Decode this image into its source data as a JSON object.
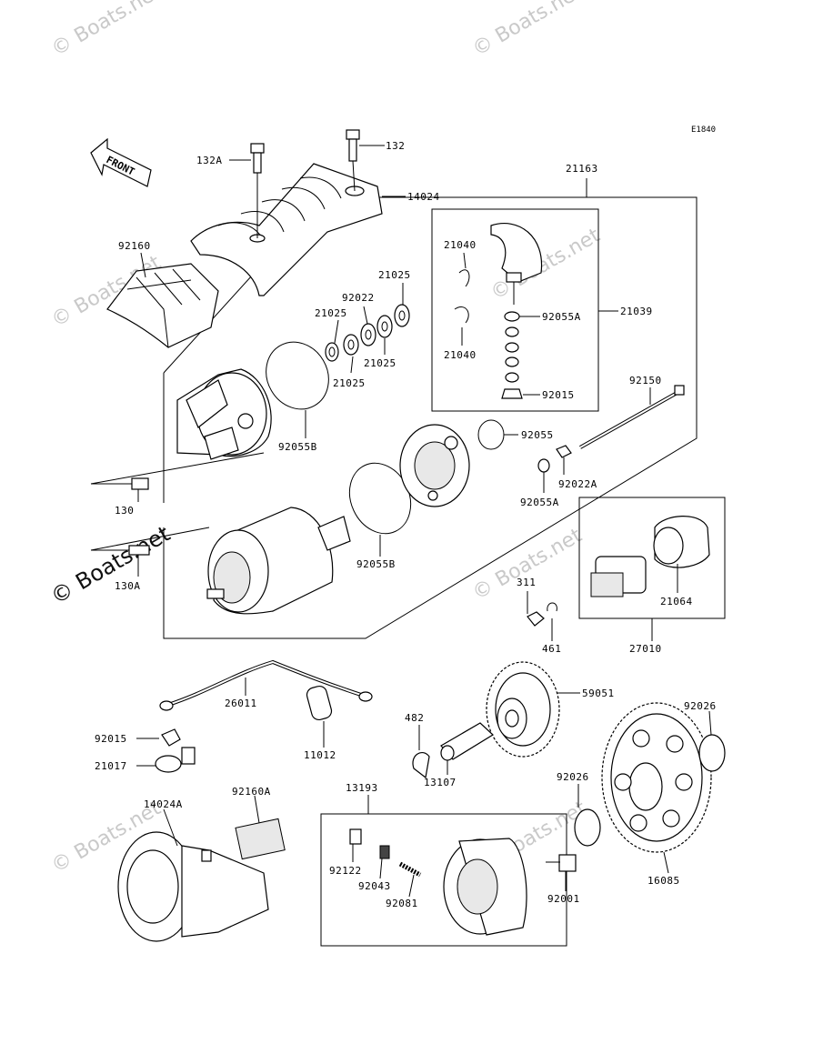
{
  "diagram": {
    "figure_ref": "E1840",
    "front_label": "FRONT",
    "watermark_text": "© Boats.net",
    "parts": {
      "p132A": "132A",
      "p132": "132",
      "p21163": "21163",
      "p14024": "14024",
      "p92160": "92160",
      "p21025a": "21025",
      "p92022": "92022",
      "p21025b": "21025",
      "p21025c": "21025",
      "p21025d": "21025",
      "p21040a": "21040",
      "p21040b": "21040",
      "p92055A": "92055A",
      "p21039": "21039",
      "p92015a": "92015",
      "p92150": "92150",
      "p92055": "92055",
      "p92055B_a": "92055B",
      "p92022A": "92022A",
      "p92055A_b": "92055A",
      "p130": "130",
      "p130A": "130A",
      "p92055B_b": "92055B",
      "p311": "311",
      "p461": "461",
      "p21064": "21064",
      "p27010": "27010",
      "p26011": "26011",
      "p59051": "59051",
      "p92026a": "92026",
      "p92015b": "92015",
      "p482": "482",
      "p11012": "11012",
      "p21017": "21017",
      "p13107": "13107",
      "p92026b": "92026",
      "p13193": "13193",
      "p14024A": "14024A",
      "p92160A": "92160A",
      "p92122": "92122",
      "p92043": "92043",
      "p92081": "92081",
      "p92001": "92001",
      "p16085": "16085"
    }
  }
}
